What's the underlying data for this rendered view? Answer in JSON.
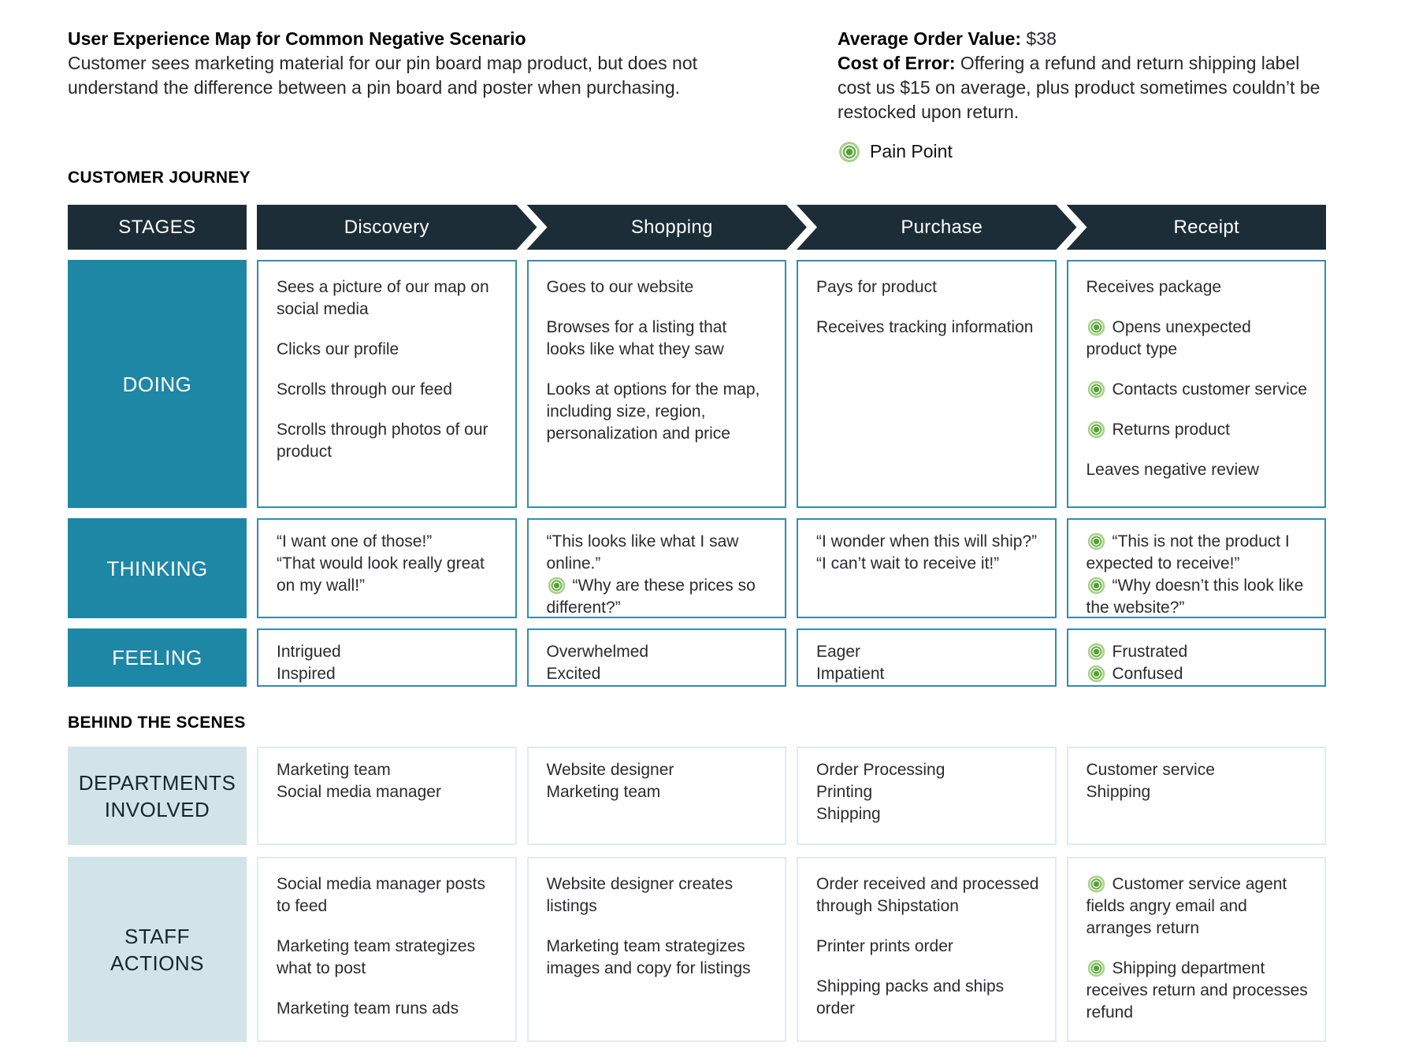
{
  "colors": {
    "dark_navy": "#1c2d37",
    "teal": "#1e87a6",
    "journey_cell_border": "#2f8fae",
    "pale_blue_label": "#d3e3ea",
    "bts_cell_border": "#e1ebf0",
    "pain_point_green": "#6fb04a"
  },
  "intro": {
    "title": "User Experience Map for Common Negative Scenario",
    "description": "Customer sees marketing material for our pin board map product, but does not understand the difference between a pin board and poster when purchasing."
  },
  "metrics": {
    "avg_order_label": "Average Order Value:",
    "avg_order_value": "$38",
    "cost_label": "Cost of Error:",
    "cost_text": "Offering a refund and return shipping label cost us $15 on average, plus product sometimes couldn’t be restocked upon return.",
    "legend_label": "Pain Point"
  },
  "journey": {
    "section_title": "CUSTOMER JOURNEY",
    "stages_label": "STAGES",
    "stages": [
      "Discovery",
      "Shopping",
      "Purchase",
      "Receipt"
    ],
    "rows": [
      {
        "key": "doing",
        "label": "DOING",
        "spacing": "loose",
        "cells": [
          [
            {
              "text": "Sees a picture of our map on social media",
              "pain": false
            },
            {
              "text": "Clicks our profile",
              "pain": false
            },
            {
              "text": "Scrolls through our feed",
              "pain": false
            },
            {
              "text": "Scrolls through photos of our product",
              "pain": false
            }
          ],
          [
            {
              "text": "Goes to our website",
              "pain": false
            },
            {
              "text": "Browses for a listing that looks like what they saw",
              "pain": false
            },
            {
              "text": "Looks at options for the map, including size, region, personalization and price",
              "pain": false
            }
          ],
          [
            {
              "text": "Pays for product",
              "pain": false
            },
            {
              "text": "Receives tracking information",
              "pain": false
            }
          ],
          [
            {
              "text": "Receives package",
              "pain": false
            },
            {
              "text": "Opens unexpected product type",
              "pain": true
            },
            {
              "text": "Contacts customer service",
              "pain": true
            },
            {
              "text": "Returns product",
              "pain": true
            },
            {
              "text": "Leaves negative review",
              "pain": false
            }
          ]
        ]
      },
      {
        "key": "thinking",
        "label": "THINKING",
        "spacing": "tight",
        "cells": [
          [
            {
              "text": "“I want one of those!”",
              "pain": false
            },
            {
              "text": "“That would look really great on my wall!”",
              "pain": false
            }
          ],
          [
            {
              "text": "“This looks like what I saw online.”",
              "pain": false
            },
            {
              "text": "“Why are these prices so different?”",
              "pain": true
            }
          ],
          [
            {
              "text": "“I wonder when this will ship?”",
              "pain": false
            },
            {
              "text": "“I can’t wait to receive it!”",
              "pain": false
            }
          ],
          [
            {
              "text": "“This is not the product I expected to receive!”",
              "pain": true
            },
            {
              "text": "“Why doesn’t this look like the website?”",
              "pain": true
            }
          ]
        ]
      },
      {
        "key": "feeling",
        "label": "FEELING",
        "spacing": "tight",
        "cells": [
          [
            {
              "text": "Intrigued",
              "pain": false
            },
            {
              "text": "Inspired",
              "pain": false
            }
          ],
          [
            {
              "text": "Overwhelmed",
              "pain": false
            },
            {
              "text": "Excited",
              "pain": false
            }
          ],
          [
            {
              "text": "Eager",
              "pain": false
            },
            {
              "text": "Impatient",
              "pain": false
            }
          ],
          [
            {
              "text": "Frustrated",
              "pain": true
            },
            {
              "text": "Confused",
              "pain": true
            }
          ]
        ]
      }
    ]
  },
  "behind_the_scenes": {
    "section_title": "BEHIND THE SCENES",
    "rows": [
      {
        "key": "departments",
        "label": "DEPARTMENTS INVOLVED",
        "spacing": "tight",
        "cells": [
          [
            {
              "text": "Marketing team",
              "pain": false
            },
            {
              "text": "Social media manager",
              "pain": false
            }
          ],
          [
            {
              "text": "Website designer",
              "pain": false
            },
            {
              "text": "Marketing team",
              "pain": false
            }
          ],
          [
            {
              "text": "Order Processing",
              "pain": false
            },
            {
              "text": "Printing",
              "pain": false
            },
            {
              "text": "Shipping",
              "pain": false
            }
          ],
          [
            {
              "text": "Customer service",
              "pain": false
            },
            {
              "text": "Shipping",
              "pain": false
            }
          ]
        ]
      },
      {
        "key": "staff",
        "label": "STAFF ACTIONS",
        "spacing": "loose",
        "cells": [
          [
            {
              "text": "Social media manager posts to feed",
              "pain": false
            },
            {
              "text": "Marketing team strategizes what to post",
              "pain": false
            },
            {
              "text": "Marketing team runs ads",
              "pain": false
            }
          ],
          [
            {
              "text": "Website designer creates listings",
              "pain": false
            },
            {
              "text": "Marketing team strategizes images and copy for listings",
              "pain": false
            }
          ],
          [
            {
              "text": "Order received and processed through Shipstation",
              "pain": false
            },
            {
              "text": "Printer prints order",
              "pain": false
            },
            {
              "text": "Shipping packs and ships order",
              "pain": false
            }
          ],
          [
            {
              "text": "Customer service agent fields angry email and arranges return",
              "pain": true
            },
            {
              "text": "Shipping department receives return and processes refund",
              "pain": true
            }
          ]
        ]
      }
    ]
  }
}
